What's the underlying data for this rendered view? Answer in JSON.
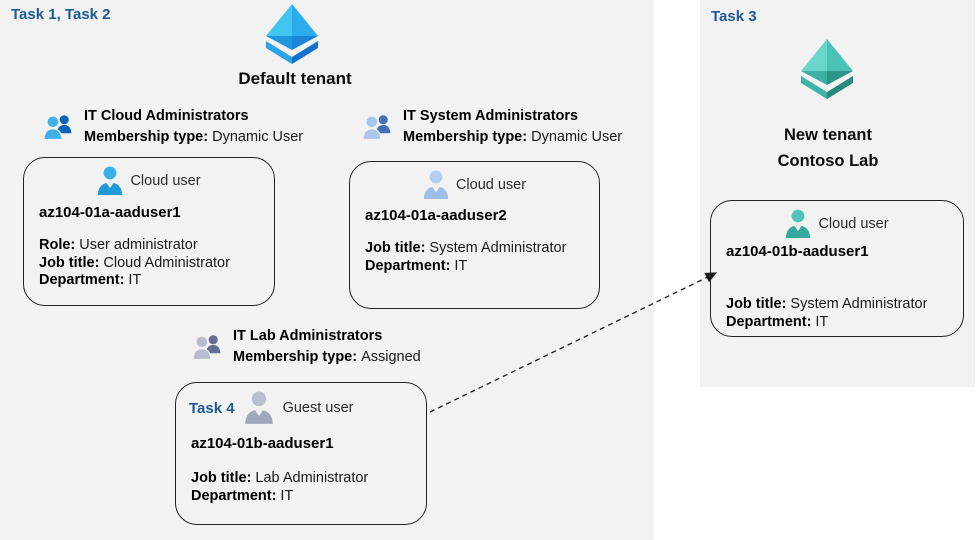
{
  "page": {
    "task12_label": "Task 1, Task 2",
    "task3_label": "Task 3"
  },
  "default_tenant": {
    "title": "Default tenant"
  },
  "new_tenant": {
    "line1": "New tenant",
    "line2": "Contoso Lab"
  },
  "groups": [
    {
      "title": "IT Cloud Administrators",
      "membership_label": "Membership type:",
      "membership_value": "Dynamic User"
    },
    {
      "title": "IT System Administrators",
      "membership_label": "Membership type:",
      "membership_value": "Dynamic User"
    },
    {
      "title": "IT Lab Administrators",
      "membership_label": "Membership type:",
      "membership_value": "Assigned"
    }
  ],
  "users": [
    {
      "type_label": "Cloud user",
      "username": "az104-01a-aaduser1",
      "fields": [
        {
          "label": "Role:",
          "value": "User administrator"
        },
        {
          "label": "Job title:",
          "value": "Cloud Administrator"
        },
        {
          "label": "Department:",
          "value": "IT"
        }
      ]
    },
    {
      "type_label": "Cloud user",
      "username": "az104-01a-aaduser2",
      "fields": [
        {
          "label": "Job title:",
          "value": "System Administrator"
        },
        {
          "label": "Department:",
          "value": "IT"
        }
      ]
    },
    {
      "badge": "Task 4",
      "type_label": "Guest user",
      "username": "az104-01b-aaduser1",
      "fields": [
        {
          "label": "Job title:",
          "value": "Lab Administrator"
        },
        {
          "label": "Department:",
          "value": "IT"
        }
      ]
    },
    {
      "type_label": "Cloud user",
      "username": "az104-01b-aaduser1",
      "fields": [
        {
          "label": "Job title:",
          "value": "System Administrator"
        },
        {
          "label": "Department:",
          "value": "IT"
        }
      ]
    }
  ],
  "colors": {
    "panel_bg": "#f2f2f2",
    "task_label": "#1b5a96",
    "tenant_blue": "#2bacec",
    "tenant_teal": "#4cc2b7",
    "arrow": "#1a1a1a"
  }
}
